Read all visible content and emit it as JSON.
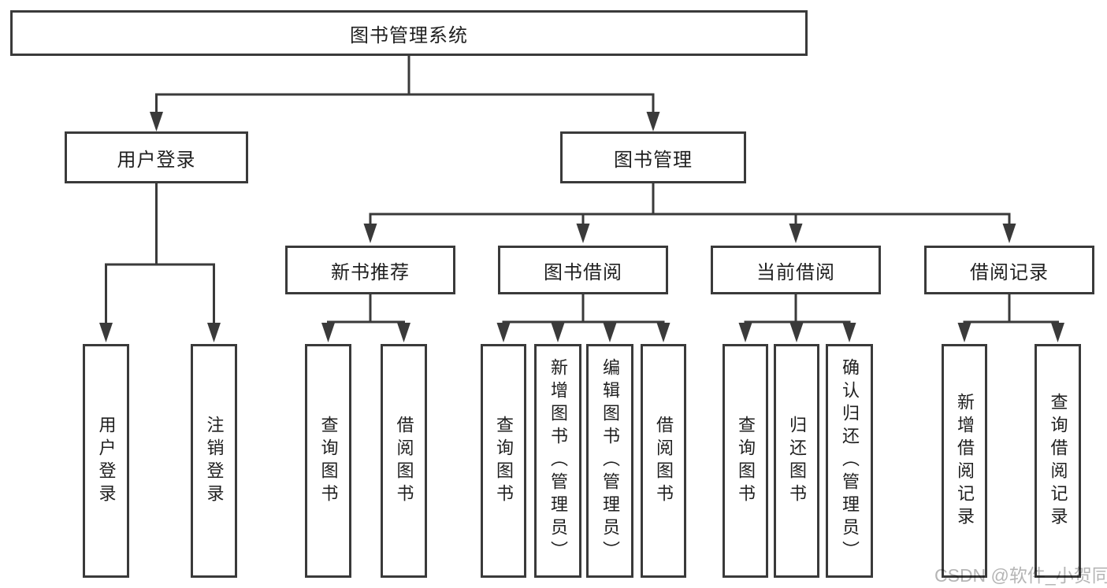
{
  "colors": {
    "line": "#3a3a3a",
    "box_border": "#3a3a3a",
    "box_background": "#ffffff",
    "text": "#1f1f1f",
    "watermark": "#b5b5b5",
    "page_background": "#ffffff"
  },
  "watermark": "CSDN @软件_小贺同学",
  "tree": {
    "root": {
      "label": "图书管理系统"
    },
    "branches": [
      {
        "label": "用户登录",
        "children": [
          {
            "label": "用户登录"
          },
          {
            "label": "注销登录"
          }
        ]
      },
      {
        "label": "图书管理",
        "children": [
          {
            "label": "新书推荐",
            "children": [
              {
                "label": "查询图书"
              },
              {
                "label": "借阅图书"
              }
            ]
          },
          {
            "label": "图书借阅",
            "children": [
              {
                "label": "查询图书"
              },
              {
                "label": "新增图书（管理员）"
              },
              {
                "label": "编辑图书（管理员）"
              },
              {
                "label": "借阅图书"
              }
            ]
          },
          {
            "label": "当前借阅",
            "children": [
              {
                "label": "查询图书"
              },
              {
                "label": "归还图书"
              },
              {
                "label": "确认归还（管理员）"
              }
            ]
          },
          {
            "label": "借阅记录",
            "children": [
              {
                "label": "新增借阅记录"
              },
              {
                "label": "查询借阅记录"
              }
            ]
          }
        ]
      }
    ]
  }
}
